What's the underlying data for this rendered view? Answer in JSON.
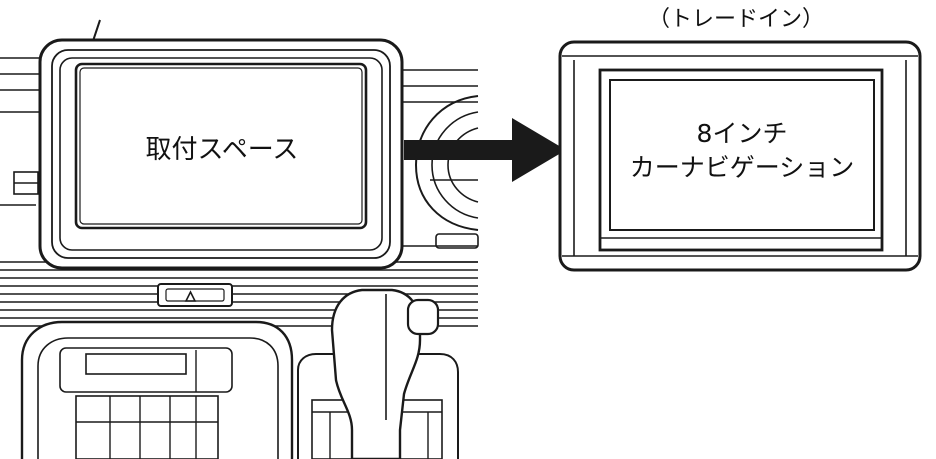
{
  "labels": {
    "install_space": "取付スペース",
    "trade_in": "（トレードイン）",
    "navi_line1": "8インチ",
    "navi_line2": "カーナビゲーション"
  },
  "icons": {
    "hazard": "hazard-triangle-icon",
    "arrow": "right-arrow-icon"
  },
  "colors": {
    "line": "#1a1a1a",
    "background": "#ffffff"
  }
}
